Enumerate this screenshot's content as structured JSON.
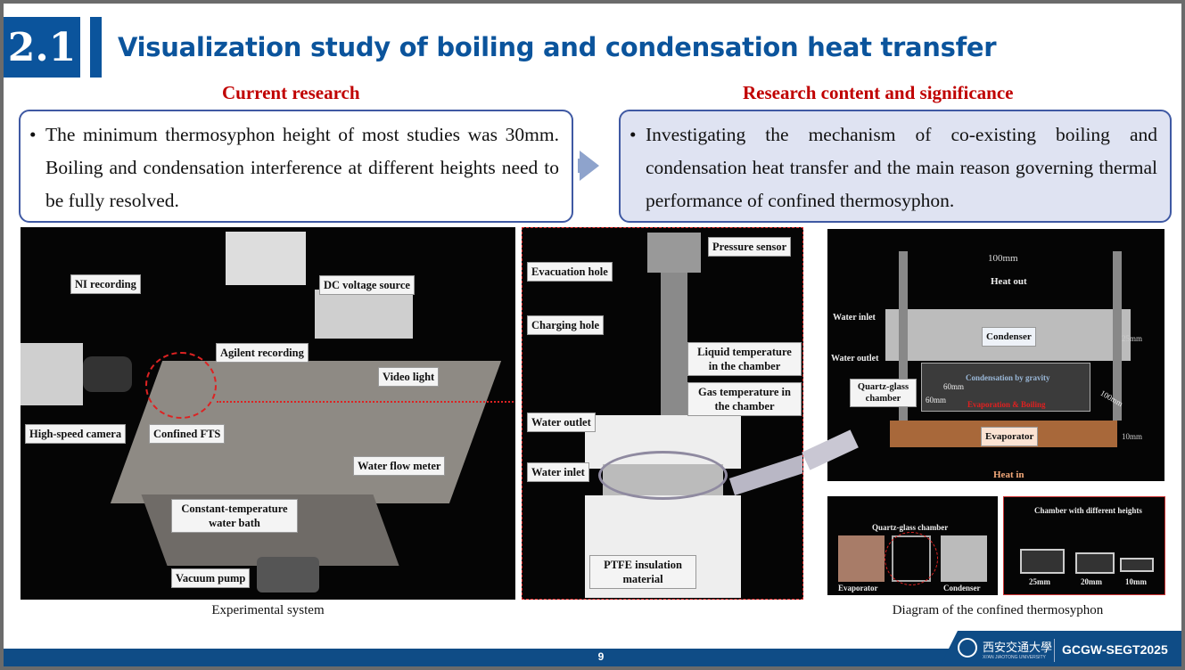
{
  "header": {
    "section_number": "2.1",
    "title": "Visualization study of boiling and condensation heat transfer"
  },
  "left_panel": {
    "heading": "Current research",
    "bullet": "The minimum thermosyphon height of most studies was 30mm. Boiling and condensation interference at different heights need to be fully resolved."
  },
  "right_panel": {
    "heading": "Research content and significance",
    "bullet": "Investigating the mechanism of co-existing boiling and condensation heat transfer and the main reason governing thermal performance of confined thermosyphon."
  },
  "experimental_photo": {
    "labels": [
      "NI recording",
      "DC voltage source",
      "Agilent recording",
      "Video light",
      "High-speed camera",
      "Confined FTS",
      "Water flow meter",
      "Constant-temperature water bath",
      "Vacuum pump"
    ],
    "caption": "Experimental system"
  },
  "setup_photo": {
    "labels": [
      "Pressure sensor",
      "Evacuation hole",
      "Charging hole",
      "Liquid temperature in the chamber",
      "Gas temperature in the chamber",
      "Water outlet",
      "Water inlet",
      "PTFE insulation material"
    ]
  },
  "thermosyphon_photo": {
    "labels": [
      "100mm",
      "Heat out",
      "Water inlet",
      "Water outlet",
      "Condenser",
      "25mm",
      "Condensation by gravity",
      "Quartz-glass chamber",
      "60mm",
      "60mm",
      "100mm",
      "Evaporation & Boiling",
      "Evaporator",
      "10mm",
      "Heat in"
    ],
    "caption": "Diagram of the confined thermosyphon"
  },
  "parts_photo": {
    "labels": [
      "Quartz-glass chamber",
      "Evaporator",
      "Condenser"
    ]
  },
  "heights_photo": {
    "title": "Chamber with different heights",
    "labels": [
      "25mm",
      "20mm",
      "10mm"
    ]
  },
  "footer": {
    "page": "9",
    "university": "西安交通大學",
    "university_en": "XI'AN JIAOTONG UNIVERSITY",
    "conference": "GCGW-SEGT2025"
  },
  "bullet_symbol": "•"
}
